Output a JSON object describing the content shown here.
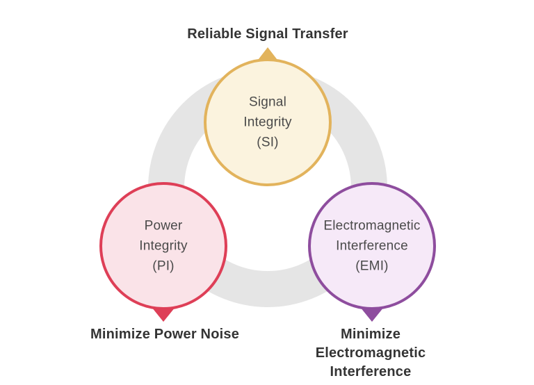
{
  "diagram": {
    "type": "triad-cycle-diagram",
    "ring_color": "#e5e5e5",
    "background_color": "#ffffff",
    "node_text_color": "#4a4a4a",
    "caption_text_color": "#343434",
    "nodes": [
      {
        "id": "si",
        "label": "Signal\nIntegrity\n(SI)",
        "caption": "Reliable Signal Transfer",
        "border_color": "#e2b35c",
        "fill_color": "#fbf3de",
        "position": "top",
        "pointer_direction": "up"
      },
      {
        "id": "pi",
        "label": "Power\nIntegrity\n(PI)",
        "caption": "Minimize Power Noise",
        "border_color": "#de3f57",
        "fill_color": "#fae3e8",
        "position": "bottom-left",
        "pointer_direction": "down"
      },
      {
        "id": "emi",
        "label": "Electromagnetic\nInterference\n(EMI)",
        "caption": "Minimize Electromagnetic\nInterference",
        "border_color": "#8e4d9e",
        "fill_color": "#f6e9f8",
        "position": "bottom-right",
        "pointer_direction": "down"
      }
    ]
  }
}
